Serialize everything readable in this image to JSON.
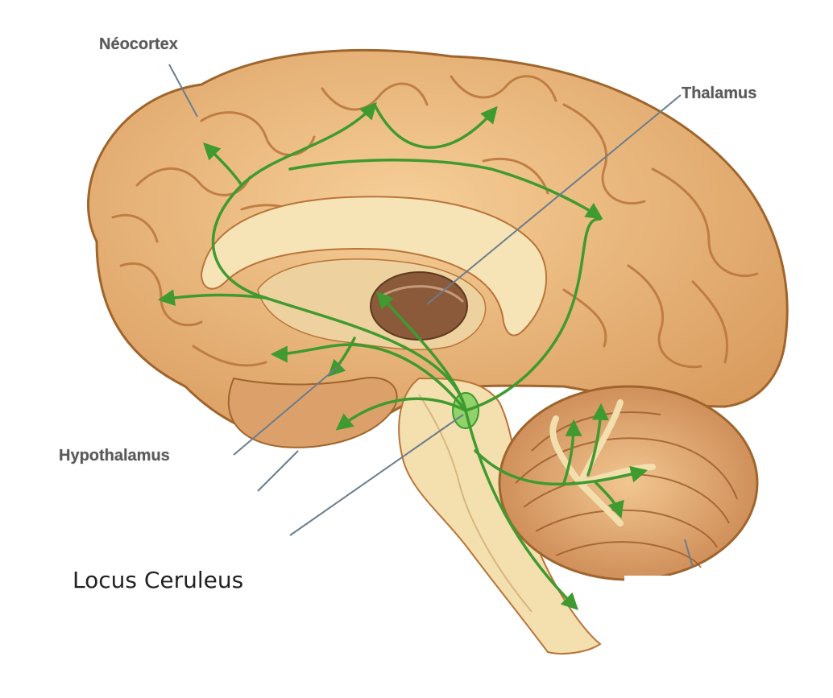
{
  "labels": {
    "neocortex": "Néocortex",
    "thalamus": "Thalamus",
    "hypothalamus": "Hypothalamus",
    "locus": "Locus Ceruleus"
  },
  "colors": {
    "brain_fill": "#e8b77c",
    "brain_outline": "#a0652c",
    "brain_inner": "#f6e3b6",
    "pathway": "#3f9a2f",
    "nucleus": "#8fd36a",
    "thalamus_fill": "#8a5a3a"
  },
  "icons": [
    "arrowhead"
  ]
}
